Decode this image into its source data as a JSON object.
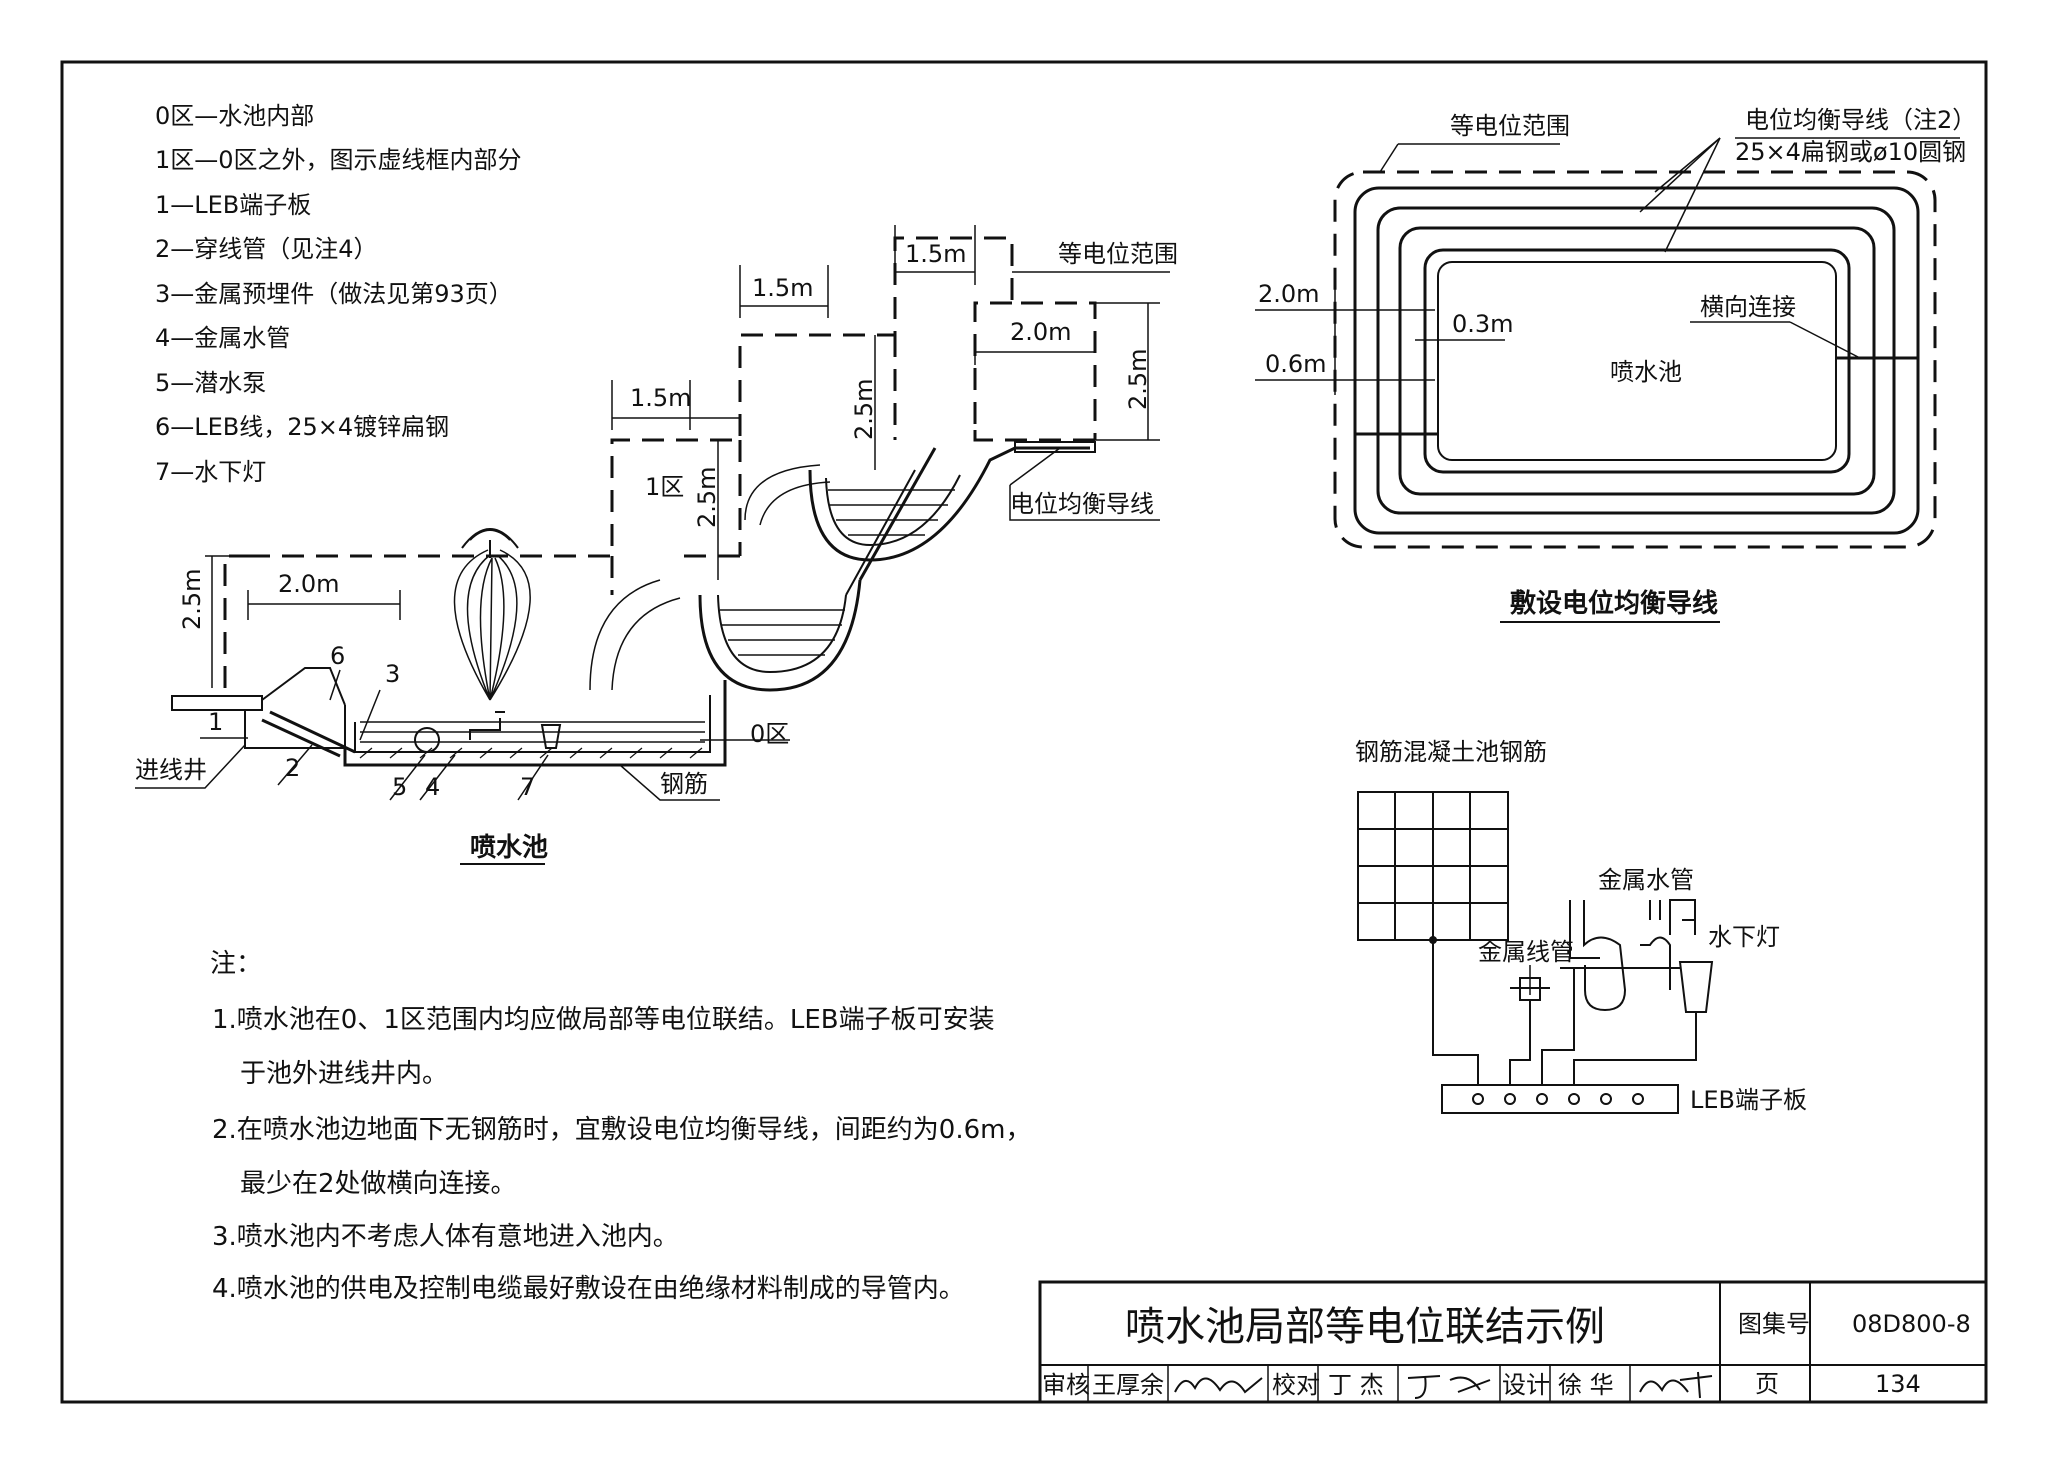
{
  "legend": [
    "0区—水池内部",
    "1区—0区之外，图示虚线框内部分",
    "1—LEB端子板",
    "2—穿线管（见注4）",
    "3—金属预埋件（做法见第93页）",
    "4—金属水管",
    "5—潜水泵",
    "6—LEB线，25×4镀锌扁钢",
    "7—水下灯"
  ],
  "fountain": {
    "title": "喷水池",
    "zone1_label": "1区",
    "zone0_label": "0区",
    "range_label": "等电位范围",
    "bonding_label": "电位均衡导线",
    "inlet_label": "进线井",
    "rebar_label": "钢筋",
    "dims": {
      "h25": "2.5m",
      "w20": "2.0m",
      "w15": "1.5m"
    },
    "callouts": [
      "1",
      "2",
      "3",
      "4",
      "5",
      "6",
      "7"
    ]
  },
  "plan": {
    "title": "敷设电位均衡导线",
    "range_label": "等电位范围",
    "conductor_label": "电位均衡导线（注2）",
    "conductor_spec": "25×4扁钢或ø10圆钢",
    "cross_label": "横向连接",
    "pool_label": "喷水池",
    "dims": [
      "2.0m",
      "0.3m",
      "0.6m"
    ]
  },
  "detail": {
    "rebar_label": "钢筋混凝土池钢筋",
    "pipe_label": "金属水管",
    "conduit_label": "金属线管",
    "lamp_label": "水下灯",
    "leb_label": "LEB端子板"
  },
  "notes": {
    "heading": "注：",
    "items": [
      "1.喷水池在0、1区范围内均应做局部等电位联结。LEB端子板可安装",
      "于池外进线井内。",
      "2.在喷水池边地面下无钢筋时，宜敷设电位均衡导线，间距约为0.6m，",
      "最少在2处做横向连接。",
      "3.喷水池内不考虑人体有意地进入池内。",
      "4.喷水池的供电及控制电缆最好敷设在由绝缘材料制成的导管内。"
    ]
  },
  "title_block": {
    "title": "喷水池局部等电位联结示例",
    "atlas_label": "图集号",
    "atlas_no": "08D800-8",
    "page_label": "页",
    "page_no": "134",
    "review_label": "审核",
    "reviewer": "王厚余",
    "check_label": "校对",
    "checker": "丁 杰",
    "design_label": "设计",
    "designer": "徐 华"
  }
}
